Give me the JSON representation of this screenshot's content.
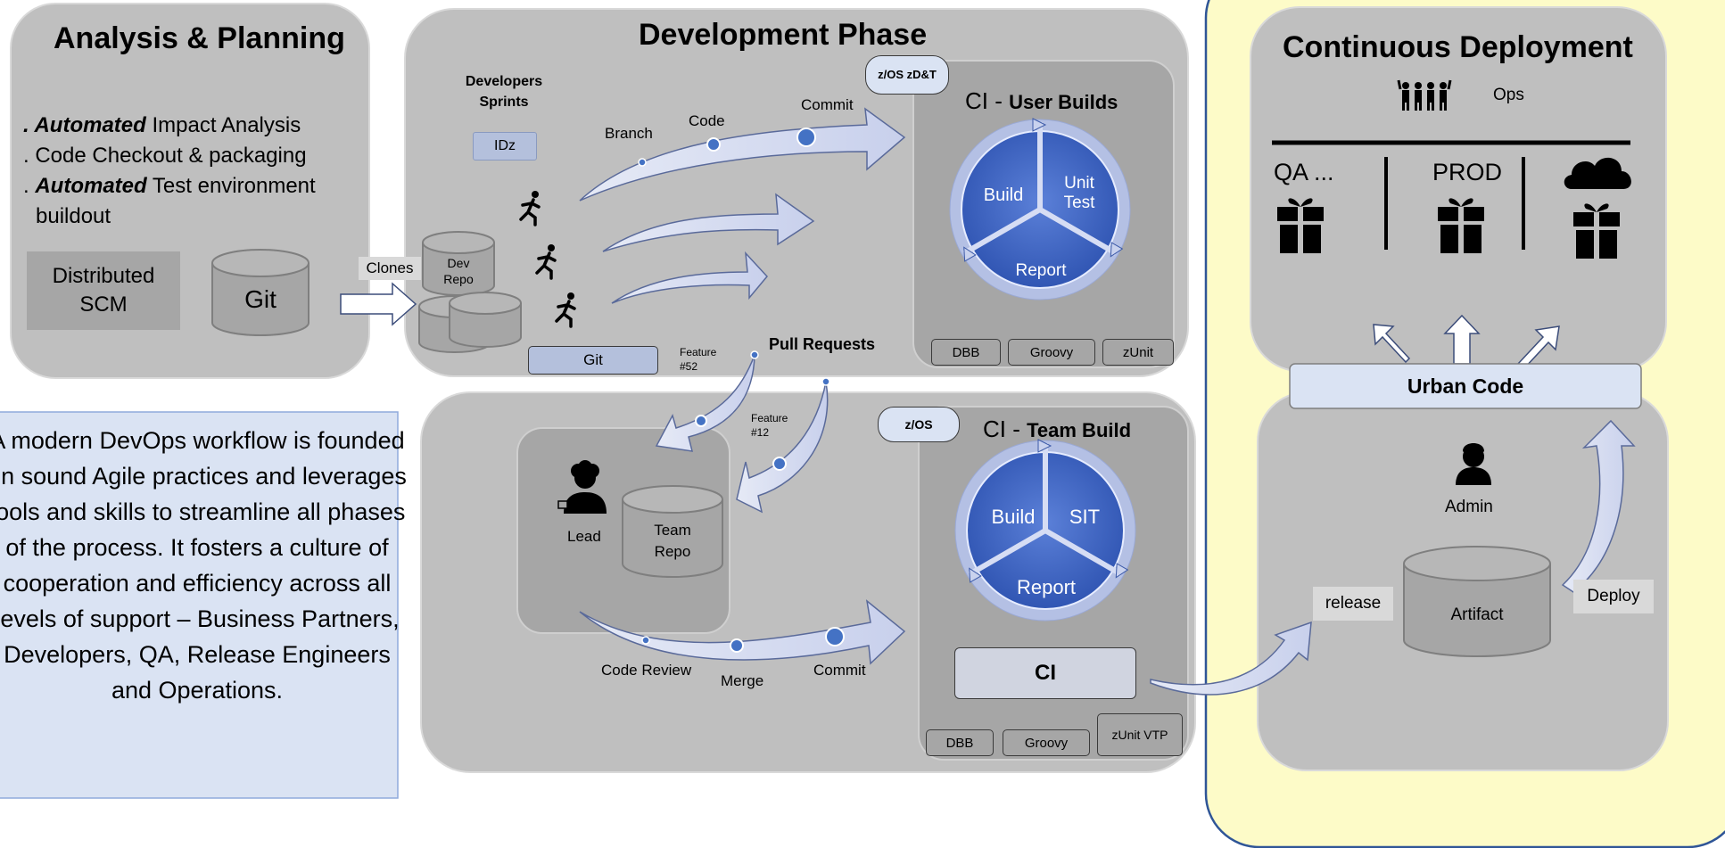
{
  "analysis": {
    "title": "Analysis & Planning",
    "items": [
      {
        "prefix": ". ",
        "bold": "Automated",
        "rest": " Impact Analysis"
      },
      {
        "prefix": ". ",
        "bold": "",
        "rest": "Code Checkout & packaging"
      },
      {
        "prefix": ". ",
        "bold": "Automated",
        "rest": " Test environment"
      },
      {
        "prefix": "",
        "bold": "",
        "rest": "buildout"
      }
    ],
    "scm_label": "Distributed SCM",
    "git_label": "Git"
  },
  "clones_label": "Clones",
  "development": {
    "title": "Development Phase",
    "sprints_label": "Developers Sprints",
    "idz_label": "IDz",
    "dev_repo_label": "Dev Repo",
    "git_label": "Git",
    "flow_labels": {
      "branch": "Branch",
      "code": "Code",
      "commit": "Commit"
    },
    "feature_52": "Feature #52",
    "zos_badge": "z/OS zD&T",
    "ci_title_prefix": "CI - ",
    "ci_title_bold": "User Builds",
    "cycle": {
      "build": "Build",
      "unit_test": "Unit Test",
      "report": "Report"
    },
    "tools": [
      "DBB",
      "Groovy",
      "zUnit"
    ]
  },
  "pull_requests_label": "Pull Requests",
  "feature_12": "Feature #12",
  "team": {
    "lead_label": "Lead",
    "team_repo_label": "Team Repo",
    "flow_labels": {
      "code_review": "Code Review",
      "merge": "Merge",
      "commit": "Commit"
    },
    "zos_badge": "z/OS",
    "ci_title_prefix": "CI - ",
    "ci_title_bold": "Team Build",
    "cycle": {
      "build": "Build",
      "sit": "SIT",
      "report": "Report"
    },
    "ci_box": "CI",
    "tools": [
      "DBB",
      "Groovy",
      "zUnit VTP"
    ]
  },
  "description": "A modern DevOps workflow is founded on sound Agile practices and leverages tools and skills to streamline  all phases of the process.  It fosters a culture of cooperation and efficiency across all levels of support – Business Partners,  Developers, QA, Release Engineers and Operations.",
  "deployment": {
    "title": "Continuous Deployment",
    "ops_label": "Ops",
    "targets": [
      "QA ...",
      "PROD"
    ],
    "urban_code": "Urban Code",
    "admin_label": "Admin",
    "artifact_label": "Artifact",
    "release_label": "release",
    "deploy_label": "Deploy"
  },
  "colors": {
    "panel": "#bfbfbf",
    "inner": "#a6a6a6",
    "arrow_fill": "#d3daf0",
    "cycle_blue": "#3a62c4",
    "yellow": "#fdfbc8",
    "yellow_border": "#2f5597",
    "desc_fill": "#dae3f3",
    "desc_border": "#8faadc"
  }
}
